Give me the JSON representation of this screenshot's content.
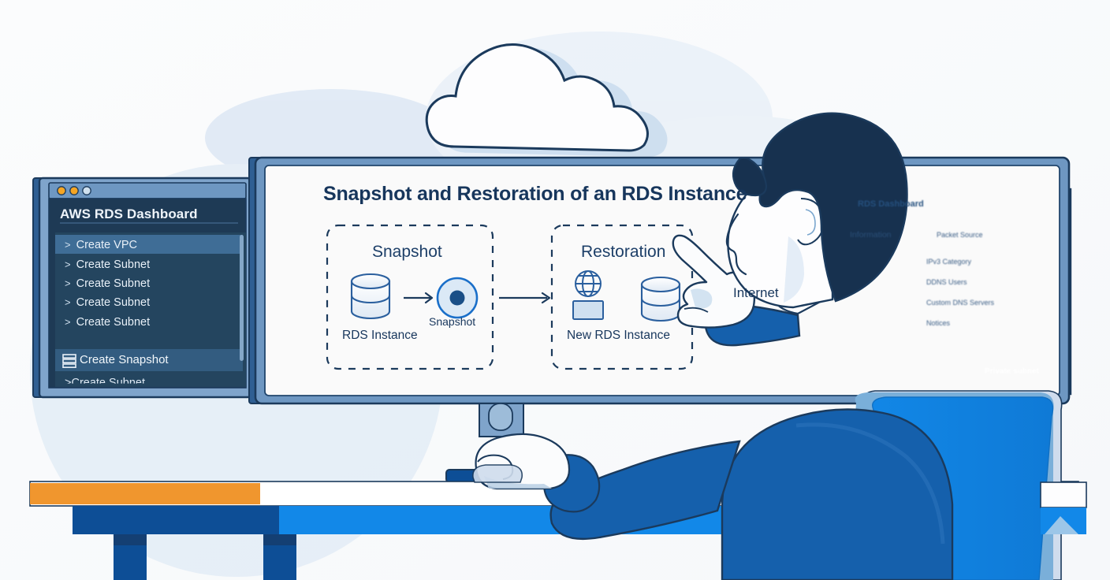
{
  "scene": {
    "description": "Flat vector illustration of a person at a desk with dual monitors showing an AWS RDS snapshot and restoration diagram",
    "colors": {
      "background": "#fafbfc",
      "background_blob": "#dce7f3",
      "outline_dark": "#1b3a5c",
      "monitor_bezel": "#5c87b8",
      "monitor_bezel_dark": "#1d4e8f",
      "sidebar_dark": "#1e3a55",
      "sidebar_panel": "#24455f",
      "sidebar_highlight": "#3f6d96",
      "screen_white": "#fafafa",
      "accent_blue": "#1a6fc9",
      "deep_blue": "#0d4e96",
      "shirt_blue": "#1560ac",
      "chair_blue": "#1288e8",
      "hair_navy": "#17314f",
      "orange": "#f0962e",
      "orange_btn": "#f29a37",
      "diagram_text": "#17365c",
      "icon_stroke": "#1f5ba0"
    }
  },
  "left_monitor": {
    "window_dots": [
      "yellow",
      "yellow",
      "empty"
    ],
    "title": "AWS RDS Dashboard",
    "menu_items": [
      {
        "chevron": ">",
        "label": "Create VPC",
        "selected": true
      },
      {
        "chevron": ">",
        "label": "Create Subnet",
        "selected": false
      },
      {
        "chevron": ">",
        "label": "Create Subnet",
        "selected": false
      },
      {
        "chevron": ">",
        "label": "Create Subnet",
        "selected": false
      },
      {
        "chevron": ">",
        "label": "Create Subnet",
        "selected": false
      }
    ],
    "snapshot_item": {
      "icon": "database-stack-icon",
      "label": "Create Snapshot",
      "selected": true
    },
    "cut_off_item": {
      "chevron": ">",
      "label": "Create Subnet"
    }
  },
  "main_monitor": {
    "title": "Snapshot and Restoration of an RDS Instance",
    "groups": [
      {
        "name": "snapshot-group",
        "heading": "Snapshot",
        "nodes": [
          {
            "icon": "database-cylinder-icon",
            "caption": "RDS Instance"
          },
          {
            "icon": "snapshot-disc-icon",
            "caption": "Snapshot"
          }
        ],
        "inner_arrow": "arrow-right-icon"
      },
      {
        "name": "restoration-group",
        "heading": "Restoration",
        "nodes": [
          {
            "icon": "globe-screen-icon",
            "caption": "New RDS Instance"
          },
          {
            "icon": "database-cylinder-icon",
            "caption": ""
          }
        ]
      }
    ],
    "between_arrow": "arrow-right-icon",
    "background_label": "Internet"
  },
  "right_monitor": {
    "header": "RDS Dashboard",
    "section_label": "Information",
    "checkbox_label": "Packet Source",
    "fields": [
      "IPv3 Category",
      "DDNS Users",
      "Custom DNS Servers",
      "Notices"
    ],
    "primary_button": "Private subnet"
  },
  "environment": {
    "cloud": "cloud-outline-icon",
    "desk": {
      "accent_strip": "orange",
      "surface": "white",
      "apron_left": "#0d4e96",
      "apron_right": "#1288e8"
    },
    "chair": {
      "color": "#1288e8"
    },
    "person": {
      "hair": "#17314f",
      "shirt": "#1560ac",
      "pose": "pointing-at-screen"
    },
    "mouse": "computer-mouse-icon"
  }
}
